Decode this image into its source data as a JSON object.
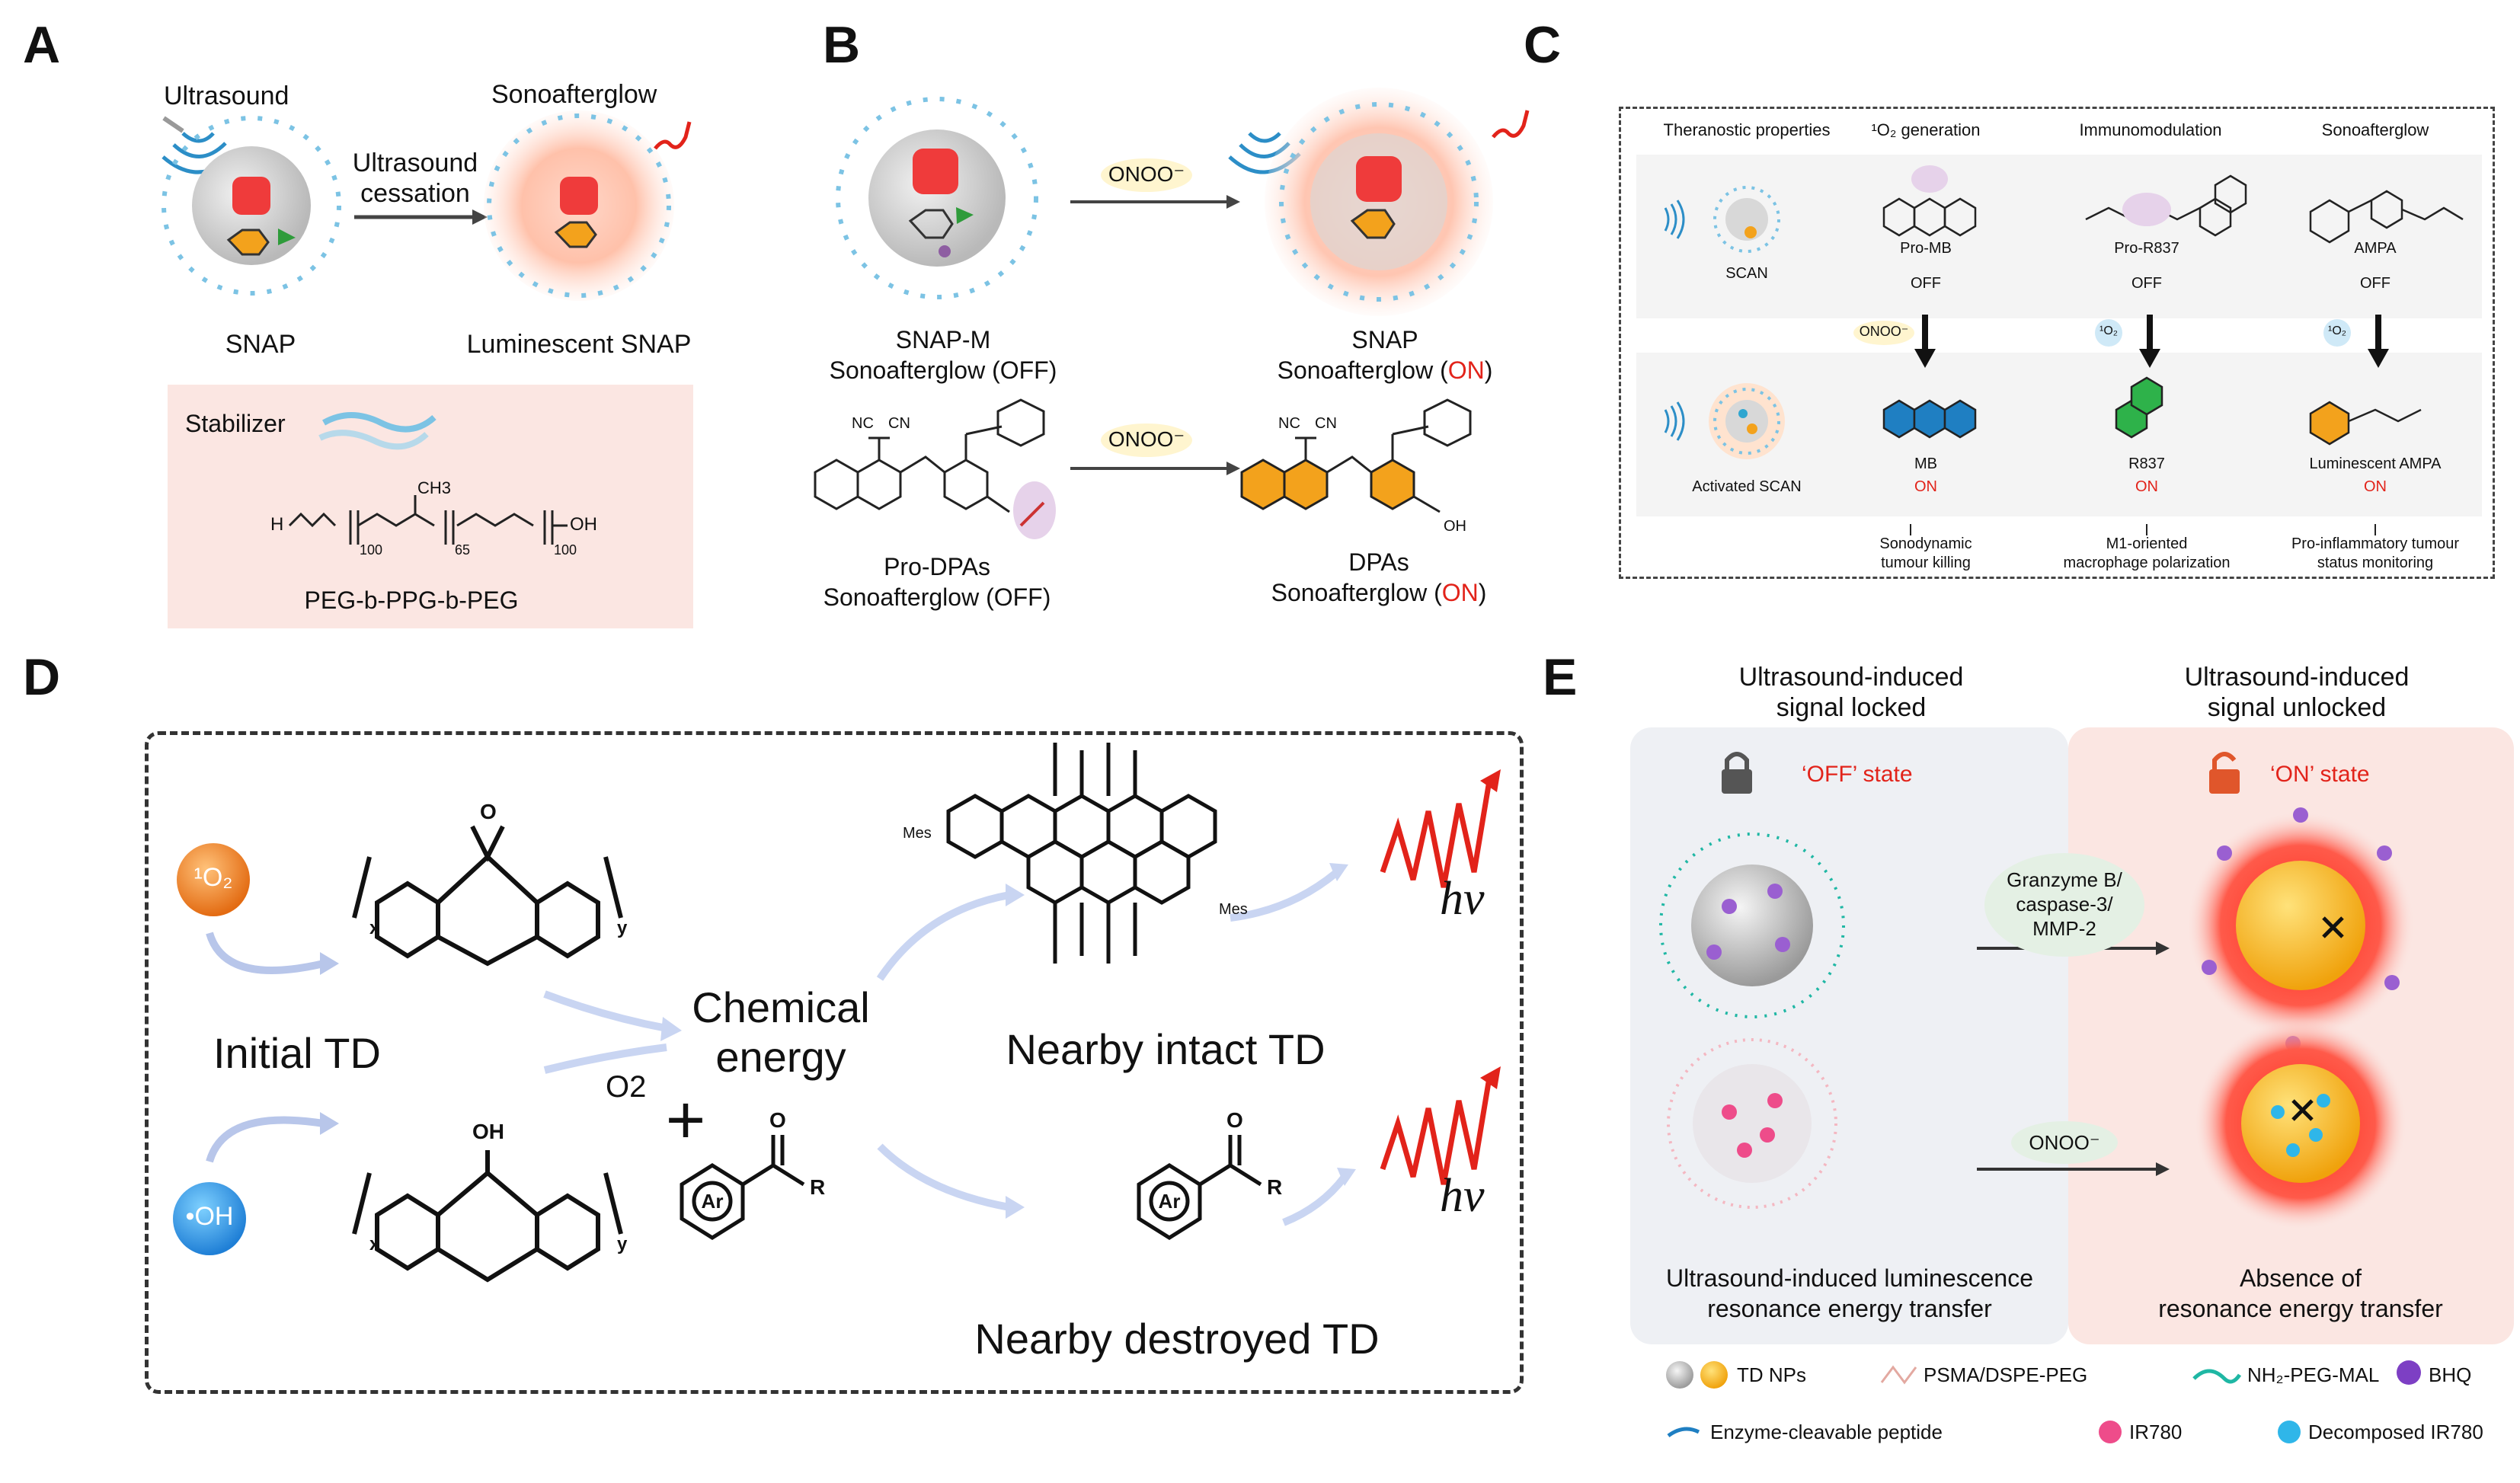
{
  "panels": {
    "A": {
      "letter": "A",
      "ultrasound": "Ultrasound",
      "sonoafterglow": "Sonoafterglow",
      "arrow_label_1": "Ultrasound",
      "arrow_label_2": "cessation",
      "snap": "SNAP",
      "luminescent_snap": "Luminescent SNAP",
      "stabilizer": "Stabilizer",
      "sub_100a": "100",
      "sub_65": "65",
      "sub_100b": "100",
      "ch3": "CH3",
      "h": "H",
      "oh": "OH",
      "polymer_name": "PEG-b-PPG-b-PEG"
    },
    "B": {
      "letter": "B",
      "onoo_1": "ONOO⁻",
      "onoo_2": "ONOO⁻",
      "snap_m": "SNAP-M",
      "snap_m_state_prefix": "Sonoafterglow (",
      "snap_m_state": "OFF",
      "snap": "SNAP",
      "snap_state_prefix": "Sonoafterglow (",
      "snap_state": "ON",
      "pro_dpas": "Pro-DPAs",
      "pro_dpas_state_prefix": "Sonoafterglow (",
      "pro_dpas_state": "OFF",
      "dpas": "DPAs",
      "dpas_state_prefix": "Sonoafterglow (",
      "dpas_state": "ON",
      "close_paren": ")",
      "nc": "NC",
      "cn": "CN",
      "oh": "OH"
    },
    "C": {
      "letter": "C",
      "headers": [
        "Theranostic properties",
        "¹O₂ generation",
        "Immunomodulation",
        "Sonoafterglow"
      ],
      "top_row": {
        "scan": "SCAN",
        "pro_mb": "Pro-MB",
        "pro_r837": "Pro-R837",
        "ampa": "AMPA",
        "off": "OFF"
      },
      "triggers": [
        "ONOO⁻",
        "¹O₂",
        "¹O₂"
      ],
      "bottom_row": {
        "activated_scan": "Activated SCAN",
        "mb": "MB",
        "r837": "R837",
        "luminescent_ampa": "Luminescent AMPA",
        "on": "ON"
      },
      "outcomes": [
        [
          "Sonodynamic",
          "tumour killing"
        ],
        [
          "M1-oriented",
          "macrophage polarization"
        ],
        [
          "Pro-inflammatory tumour",
          "status monitoring"
        ]
      ]
    },
    "D": {
      "letter": "D",
      "singlet_o2": "¹O₂",
      "hydroxyl": "•OH",
      "initial_td": "Initial TD",
      "o2": "O2",
      "chemical": "Chemical",
      "energy": "energy",
      "plus": "+",
      "nearby_intact": "Nearby intact TD",
      "nearby_destroyed": "Nearby destroyed TD",
      "hv": "hν",
      "ar": "Ar",
      "r": "R",
      "o": "O",
      "oh": "OH",
      "x": "x",
      "y": "y",
      "mes": "Mes"
    },
    "E": {
      "letter": "E",
      "locked_1": "Ultrasound-induced",
      "locked_2": "signal locked",
      "unlocked_1": "Ultrasound-induced",
      "unlocked_2": "signal unlocked",
      "off_state": "‘OFF’ state",
      "on_state": "‘ON’ state",
      "enzymes": [
        "Granzyme B/",
        "caspase-3/",
        "MMP-2"
      ],
      "onoo": "ONOO⁻",
      "bottom_left_1": "Ultrasound-induced luminescence",
      "bottom_left_2": "resonance energy transfer",
      "bottom_right_1": "Absence of",
      "bottom_right_2": "resonance energy transfer",
      "legend": [
        {
          "label": "TD NPs"
        },
        {
          "label": "PSMA/DSPE-PEG"
        },
        {
          "label": "NH₂-PEG-MAL"
        },
        {
          "label": "BHQ"
        },
        {
          "label": "Enzyme-cleavable peptide"
        },
        {
          "label": "IR780"
        },
        {
          "label": "Decomposed IR780"
        }
      ]
    }
  },
  "colors": {
    "red_on": "#e2231a",
    "cyan_ligand": "#7cc3e4",
    "orange_core": "#f3a21c",
    "gray_core": "#c8c8c8",
    "pink_panel": "#fbe6e2",
    "blue_arrow": "#c9d5f2"
  }
}
